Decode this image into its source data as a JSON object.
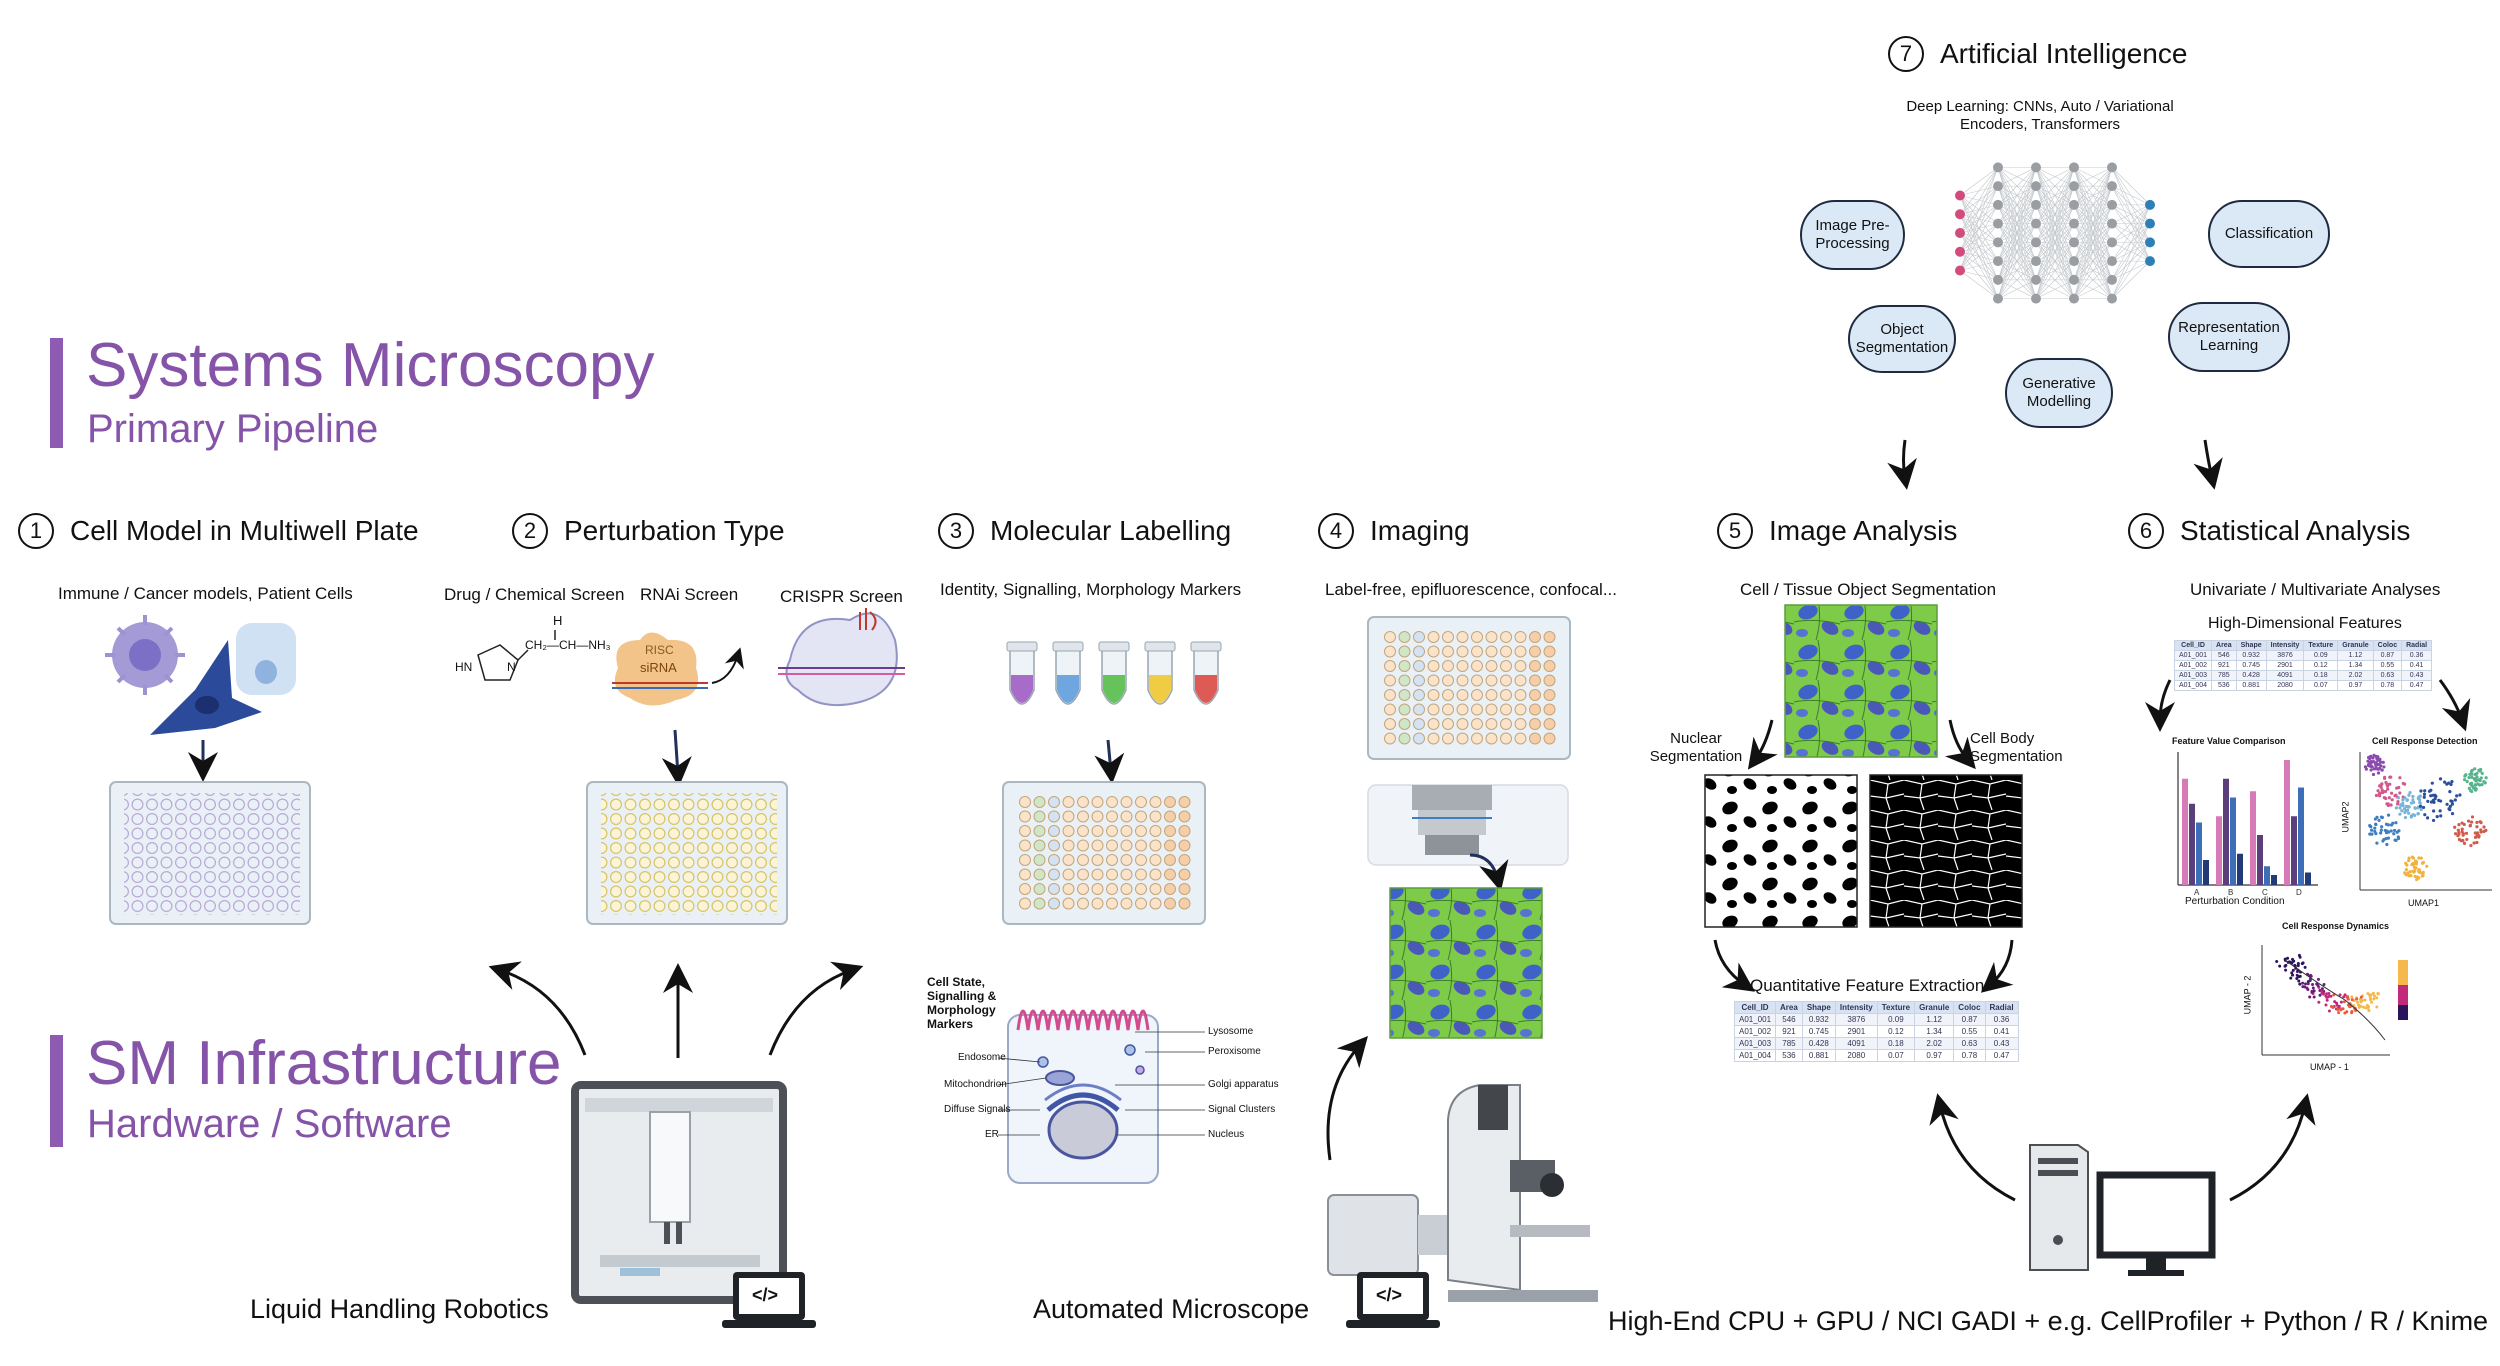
{
  "titles": {
    "systems_main": "Systems Microscopy",
    "systems_sub": "Primary Pipeline",
    "infra_main": "SM Infrastructure",
    "infra_sub": "Hardware / Software"
  },
  "ai": {
    "number": "7",
    "title": "Artificial Intelligence",
    "subtitle_line1": "Deep Learning: CNNs, Auto / Variational",
    "subtitle_line2": "Encoders, Transformers",
    "pills": {
      "preprocess": "Image Pre-\nProcessing",
      "object_seg": "Object\nSegmentation",
      "generative": "Generative\nModelling",
      "representation": "Representation\nLearning",
      "classification": "Classification"
    }
  },
  "steps": [
    {
      "number": "1",
      "title": "Cell Model in Multiwell Plate",
      "subtitle": "Immune / Cancer models, Patient Cells"
    },
    {
      "number": "2",
      "title": "Perturbation Type",
      "subtitle_a": "Drug / Chemical Screen",
      "subtitle_b": "RNAi Screen",
      "subtitle_c": "CRISPR Screen"
    },
    {
      "number": "3",
      "title": "Molecular Labelling",
      "subtitle": "Identity, Signalling, Morphology Markers"
    },
    {
      "number": "4",
      "title": "Imaging",
      "subtitle": "Label-free, epifluorescence, confocal..."
    },
    {
      "number": "5",
      "title": "Image Analysis",
      "subtitle": "Cell / Tissue Object Segmentation"
    },
    {
      "number": "6",
      "title": "Statistical Analysis",
      "subtitle": "Univariate / Multivariate Analyses"
    }
  ],
  "molecule": {
    "risc": "RISC",
    "sirna": "siRNA",
    "h": "H",
    "chain": "CH₂—CH—NH₃",
    "hn": "HN",
    "n": "N"
  },
  "cell_labels": {
    "header": "Cell State,\nSignalling &\nMorphology\nMarkers",
    "endosome": "Endosome",
    "mitochondrion": "Mitochondrion",
    "diffuse": "Diffuse Signals",
    "er": "ER",
    "lysosome": "Lysosome",
    "peroxisome": "Peroxisome",
    "golgi": "Golgi apparatus",
    "clusters": "Signal Clusters",
    "nucleus": "Nucleus"
  },
  "analysis": {
    "nuclear_seg": "Nuclear\nSegmentation",
    "cellbody_seg": "Cell Body\nSegmentation",
    "quant": "Quantitative Feature Extraction"
  },
  "stats": {
    "hd_features": "High-Dimensional Features",
    "bar_title": "Feature Value Comparison",
    "bar_xlabel": "Perturbation Condition",
    "bar_cats": [
      "A",
      "B",
      "C",
      "D"
    ],
    "scatter_title": "Cell Response Detection",
    "scatter_x": "UMAP1",
    "scatter_y": "UMAP2",
    "dyn_title": "Cell Response Dynamics",
    "dyn_x": "UMAP - 1",
    "dyn_y": "UMAP - 2"
  },
  "feature_table": {
    "headers": [
      "Cell_ID",
      "Area",
      "Shape",
      "Intensity",
      "Texture",
      "Granule",
      "Coloc",
      "Radial"
    ],
    "rows": [
      [
        "A01_001",
        "546",
        "0.932",
        "3876",
        "0.09",
        "1.12",
        "0.87",
        "0.36"
      ],
      [
        "A01_002",
        "921",
        "0.745",
        "2901",
        "0.12",
        "1.34",
        "0.55",
        "0.41"
      ],
      [
        "A01_003",
        "785",
        "0.428",
        "4091",
        "0.18",
        "2.02",
        "0.63",
        "0.43"
      ],
      [
        "A01_004",
        "536",
        "0.881",
        "2080",
        "0.07",
        "0.97",
        "0.78",
        "0.47"
      ]
    ]
  },
  "hardware": {
    "robotics": "Liquid Handling Robotics",
    "microscope": "Automated Microscope",
    "compute": "High-End CPU + GPU / NCI GADI + e.g. CellProfiler + Python / R / Knime"
  },
  "chart_data": {
    "type": "bar",
    "categories": [
      "A",
      "B",
      "C",
      "D"
    ],
    "xlabel": "Perturbation Condition",
    "title": "Feature Value Comparison",
    "series": [
      {
        "values": [
          0.85,
          0.55,
          0.75,
          1.0
        ]
      },
      {
        "values": [
          0.65,
          0.85,
          0.4,
          0.55
        ]
      },
      {
        "values": [
          0.5,
          0.7,
          0.15,
          0.78
        ]
      },
      {
        "values": [
          0.2,
          0.25,
          0.08,
          0.1
        ]
      }
    ],
    "colors": [
      "#d67ab8",
      "#5a3f7c",
      "#3c6fb7",
      "#233a78"
    ]
  }
}
